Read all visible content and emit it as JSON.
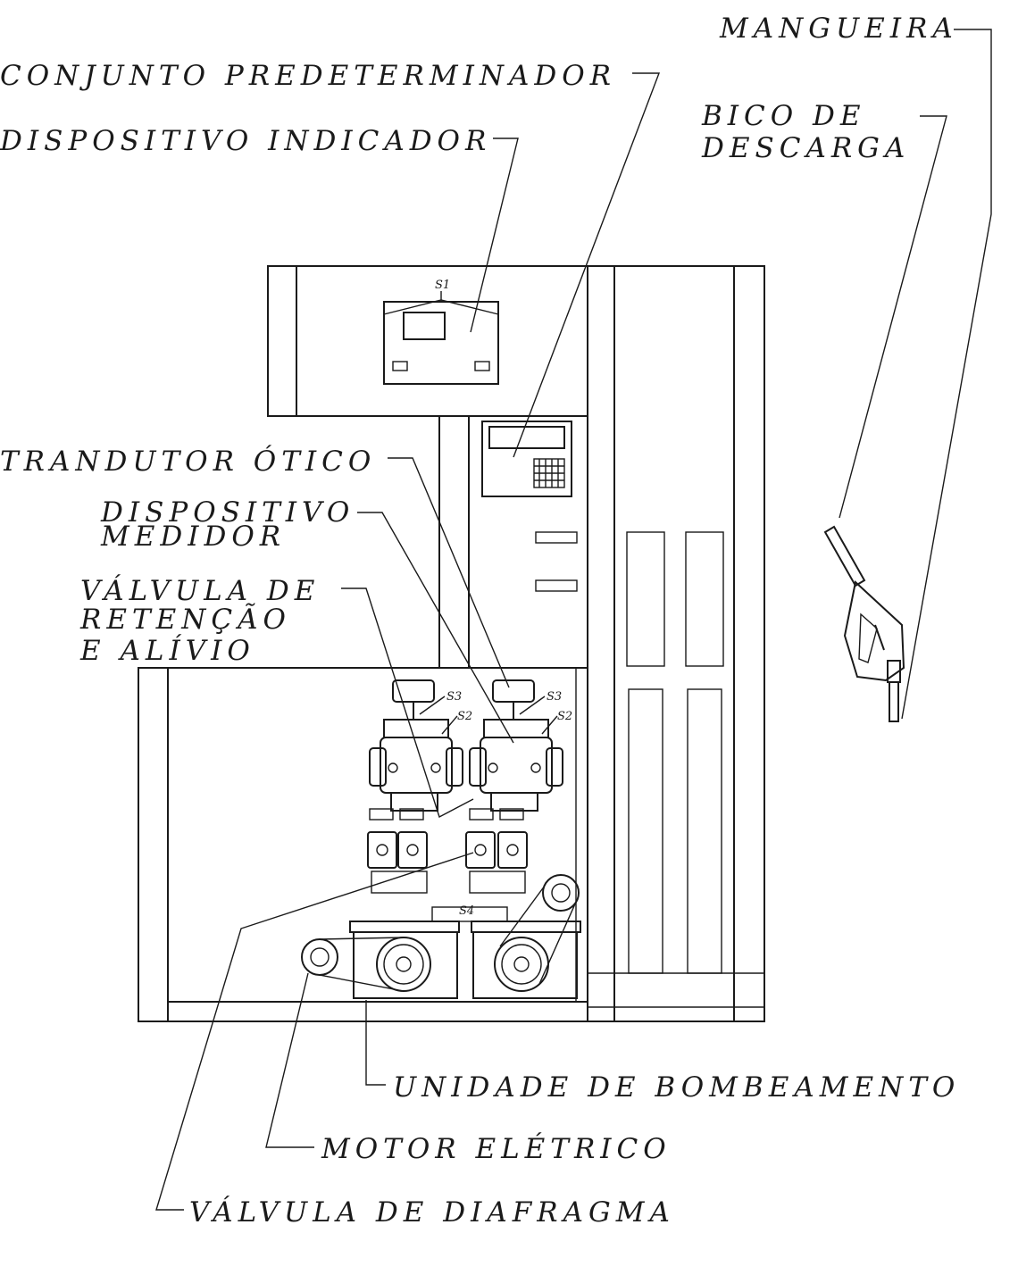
{
  "labels": {
    "mangueira": "MANGUEIRA",
    "conjunto_predeterminador": "CONJUNTO PREDETERMINADOR",
    "bico_de_descarga_line1": "BICO DE",
    "bico_de_descarga_line2": "DESCARGA",
    "dispositivo_indicador": "DISPOSITIVO INDICADOR",
    "transdutor_otico": "TRANDUTOR ÓTICO",
    "dispositivo_medidor_line1": "DISPOSITIVO",
    "dispositivo_medidor_line2": "MEDIDOR",
    "valvula_retencao_line1": "VÁLVULA DE",
    "valvula_retencao_line2": "RETENÇÃO",
    "valvula_retencao_line3": "E ALÍVIO",
    "unidade_bombeamento": "UNIDADE DE BOMBEAMENTO",
    "motor_eletrico": "MOTOR ELÉTRICO",
    "valvula_diafragma": "VÁLVULA DE DIAFRAGMA"
  },
  "seals": {
    "s1": "S1",
    "s2_left": "S2",
    "s2_right": "S2",
    "s3_left": "S3",
    "s3_right": "S3",
    "s4": "S4"
  }
}
